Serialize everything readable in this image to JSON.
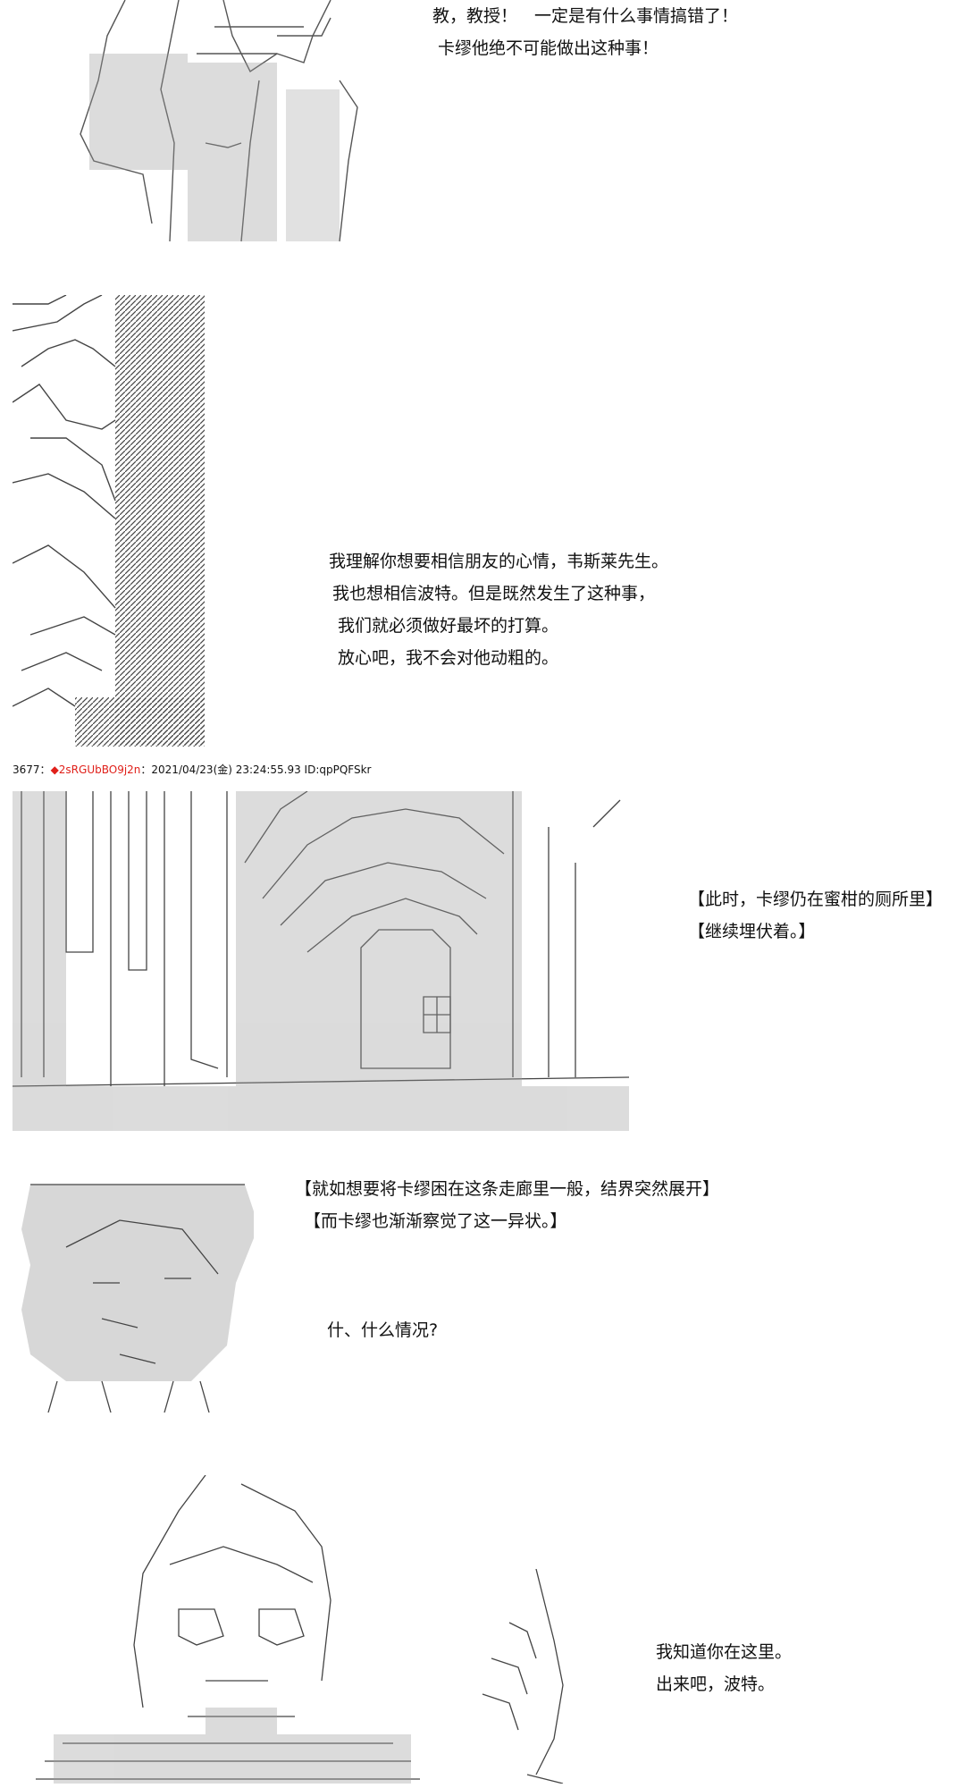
{
  "panels": [
    {
      "id": "p1",
      "lines": [
        "教，教授！　一定是有什么事情搞错了！",
        "卡缪他绝不可能做出这种事！"
      ]
    },
    {
      "id": "p2",
      "lines": [
        "我理解你想要相信朋友的心情，韦斯莱先生。",
        "我也想相信波特。但是既然发生了这种事，",
        "我们就必须做好最坏的打算。",
        "放心吧，我不会对他动粗的。"
      ]
    },
    {
      "id": "p3",
      "post": {
        "number": "3677",
        "separator": "：",
        "diamond": "◆",
        "trip": "2sRGUbBO9j2n",
        "date": "：2021/04/23(金) 23:24:55.93 ID:qpPQFSkr"
      },
      "lines": [
        "【此时，卡缪仍在蜜柑的厕所里】",
        "【继续埋伏着。】"
      ]
    },
    {
      "id": "p4",
      "lines": [
        "【就如想要将卡缪困在这条走廊里一般，结界突然展开】",
        "【而卡缪也渐渐察觉了这一异状。】"
      ],
      "reaction": "什、什么情况?"
    },
    {
      "id": "p5",
      "lines": [
        "我知道你在这里。",
        "出来吧，波特。"
      ]
    }
  ],
  "colors": {
    "text": "#111111",
    "art": "#444444",
    "trip": "#e0201a"
  }
}
